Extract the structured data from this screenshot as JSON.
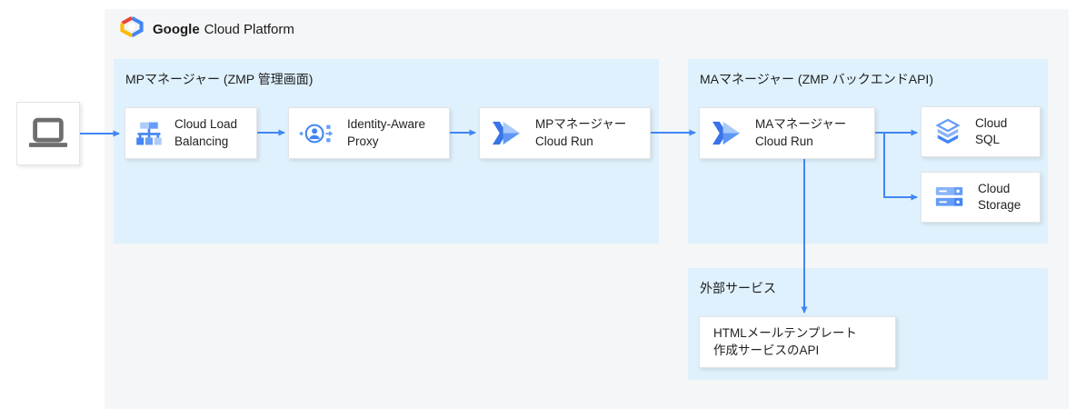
{
  "header": {
    "logo_icon": "google-cloud-hexagon-logo",
    "brand_bold": "Google",
    "brand_rest": "Cloud Platform"
  },
  "groups": {
    "mp": {
      "title": "MPマネージャー (ZMP 管理画面)"
    },
    "ma": {
      "title": "MAマネージャー (ZMP バックエンドAPI)"
    },
    "external": {
      "title": "外部サービス"
    }
  },
  "nodes": {
    "client": {
      "icon": "laptop-icon"
    },
    "load_balancing": {
      "icon": "cloud-load-balancing-icon",
      "line1": "Cloud Load",
      "line2": "Balancing"
    },
    "iap": {
      "icon": "identity-aware-proxy-icon",
      "line1": "Identity-Aware",
      "line2": "Proxy"
    },
    "mp_cloud_run": {
      "icon": "cloud-run-icon",
      "line1": "MPマネージャー",
      "line2": "Cloud Run"
    },
    "ma_cloud_run": {
      "icon": "cloud-run-icon",
      "line1": "MAマネージャー",
      "line2": "Cloud Run"
    },
    "cloud_sql": {
      "icon": "cloud-sql-icon",
      "line1": "Cloud",
      "line2": "SQL"
    },
    "cloud_storage": {
      "icon": "cloud-storage-icon",
      "line1": "Cloud",
      "line2": "Storage"
    },
    "external_api": {
      "line1": "HTMLメールテンプレート",
      "line2": "作成サービスのAPI"
    }
  },
  "colors": {
    "arrow": "#4285f4",
    "group_bg": "#dff1fc",
    "panel_bg": "#f5f6f7",
    "node_border": "#e4e4e4",
    "blue_dark": "#3973e8",
    "blue_mid": "#669df6",
    "blue_light": "#aecbfa",
    "logo_red": "#ea4335",
    "logo_yellow": "#fbbc05",
    "logo_blue": "#4285f4",
    "laptop_gray": "#6e6e6e"
  }
}
